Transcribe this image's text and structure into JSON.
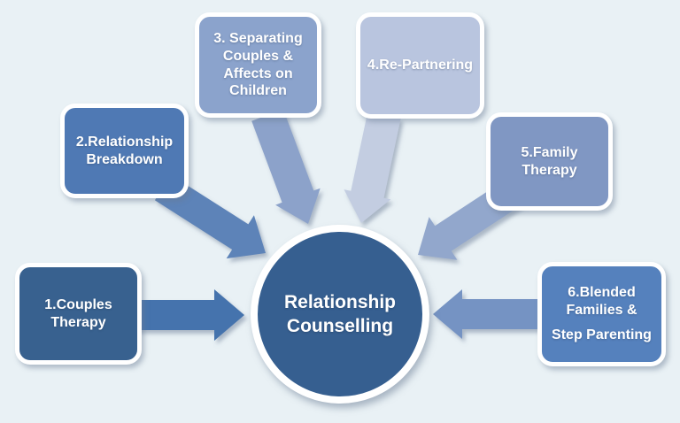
{
  "diagram": {
    "background": "#e9f1f5",
    "center": {
      "label": "Relationship\nCounselling",
      "color": "#365f90",
      "text_color": "#ffffff"
    },
    "nodes": [
      {
        "label": "1.Couples\nTherapy",
        "color": "#38618f",
        "arrow_color": "#4573ad"
      },
      {
        "label": "2.Relationship\nBreakdown",
        "color": "#4f79b4",
        "arrow_color": "#5d83b8"
      },
      {
        "label": "3. Separating\nCouples &\nAffects on\nChildren",
        "color": "#8ba3cc",
        "arrow_color": "#8ca2ca"
      },
      {
        "label": "4.Re-Partnering",
        "color": "#b9c5df",
        "arrow_color": "#c3cde1"
      },
      {
        "label": "5.Family\nTherapy",
        "color": "#8097c3",
        "arrow_color": "#92a7cc"
      },
      {
        "label": "6.Blended\nFamilies &",
        "label2": "Step Parenting",
        "color": "#5581bd",
        "arrow_color": "#7593c3"
      }
    ]
  }
}
